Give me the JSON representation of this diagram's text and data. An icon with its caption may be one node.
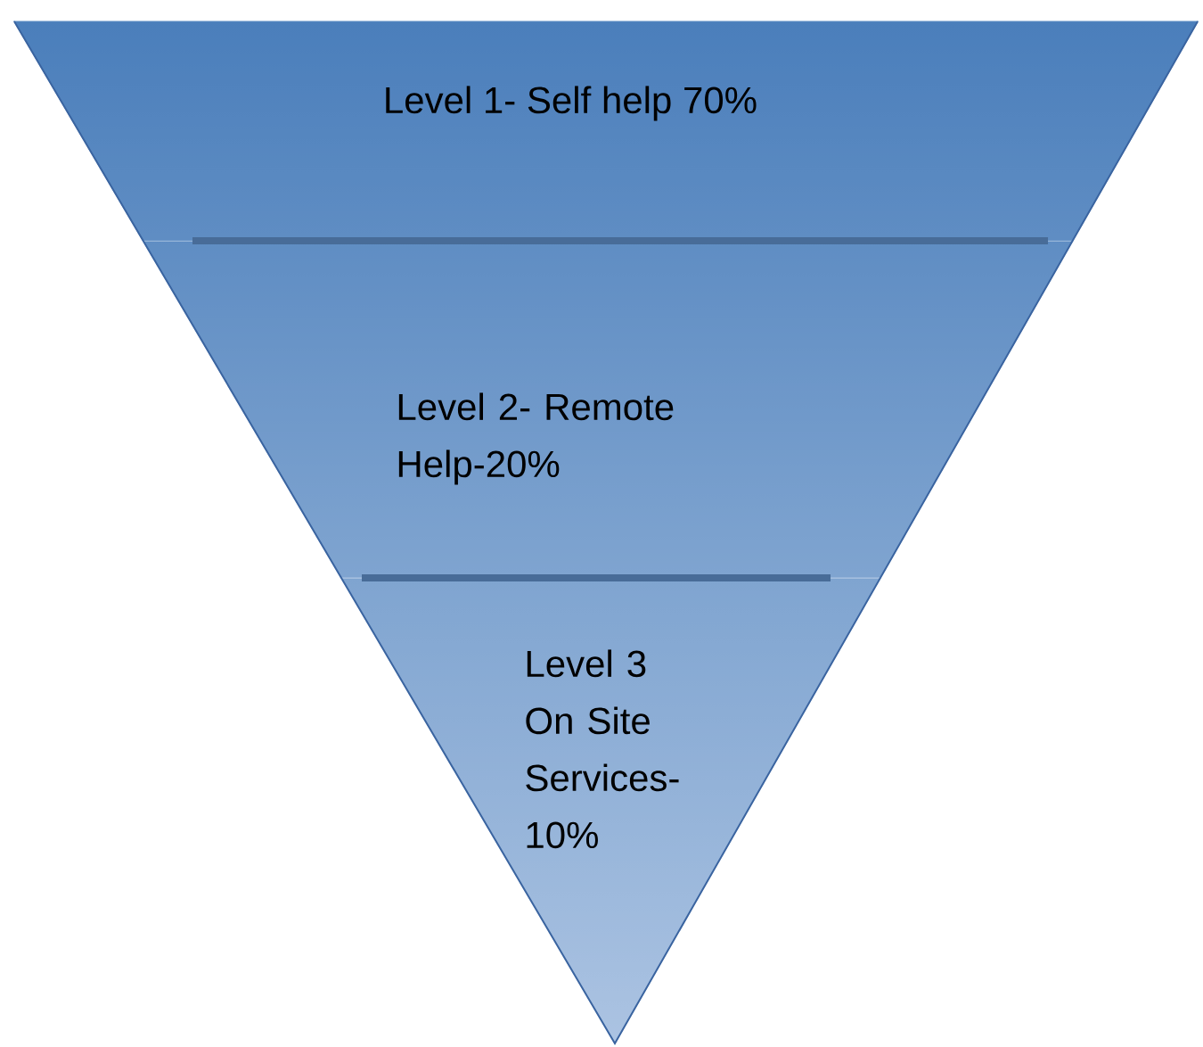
{
  "diagram": {
    "nodes": [
      {
        "text": [
          "Level 1- Self help 70%"
        ]
      },
      {
        "text": [
          "Level 2- Remote Help-20%"
        ]
      },
      {
        "text": [
          "Level 3 On Site Services- 10%"
        ]
      }
    ]
  }
}
